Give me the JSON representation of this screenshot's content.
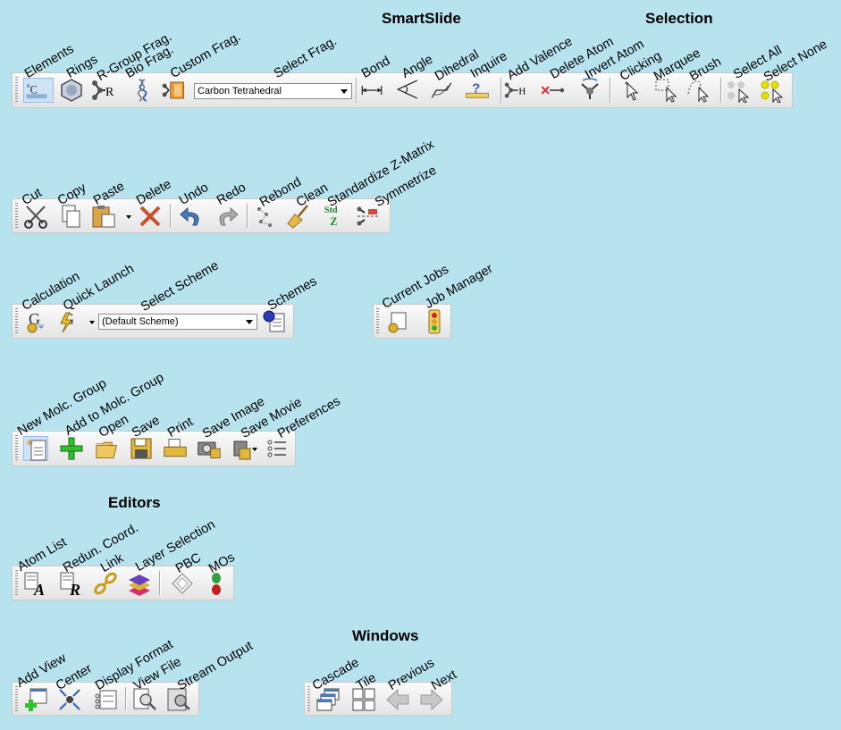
{
  "headings": {
    "smartslide": "SmartSlide",
    "selection": "Selection",
    "editors": "Editors",
    "windows": "Windows"
  },
  "builder_toolbar": {
    "elements": "Elements",
    "rings": "Rings",
    "rgroup": "R-Group Frag.",
    "bio": "Bio Frag.",
    "custom": "Custom Frag.",
    "select_frag": "Select Frag.",
    "fragment_value": "Carbon Tetrahedral",
    "bond": "Bond",
    "angle": "Angle",
    "dihedral": "Dihedral",
    "inquire": "Inquire",
    "add_valence": "Add Valence",
    "delete_atom": "Delete Atom",
    "invert_atom": "Invert Atom",
    "clicking": "Clicking",
    "marquee": "Marquee",
    "brush": "Brush",
    "select_all": "Select All",
    "select_none": "Select None"
  },
  "edit_toolbar": {
    "cut": "Cut",
    "copy": "Copy",
    "paste": "Paste",
    "delete": "Delete",
    "undo": "Undo",
    "redo": "Redo",
    "rebond": "Rebond",
    "clean": "Clean",
    "standardize": "Standardize Z-Matrix",
    "symmetrize": "Symmetrize"
  },
  "calc_toolbar": {
    "calculation": "Calculation",
    "quick_launch": "Quick Launch",
    "select_scheme": "Select Scheme",
    "scheme_value": "(Default Scheme)",
    "schemes": "Schemes"
  },
  "jobs_toolbar": {
    "current_jobs": "Current Jobs",
    "job_manager": "Job Manager"
  },
  "file_toolbar": {
    "new_group": "New Molc. Group",
    "add_group": "Add to Molc. Group",
    "open": "Open",
    "save": "Save",
    "print": "Print",
    "save_image": "Save Image",
    "save_movie": "Save Movie",
    "preferences": "Preferences"
  },
  "editors_toolbar": {
    "atom_list": "Atom List",
    "redun": "Redun. Coord.",
    "link": "Link",
    "layer": "Layer Selection",
    "pbc": "PBC",
    "mos": "MOs"
  },
  "view_toolbar": {
    "add_view": "Add View",
    "center": "Center",
    "display_format": "Display Format",
    "view_file": "View File",
    "stream_output": "Stream Output"
  },
  "windows_toolbar": {
    "cascade": "Cascade",
    "tile": "Tile",
    "previous": "Previous",
    "next": "Next"
  }
}
